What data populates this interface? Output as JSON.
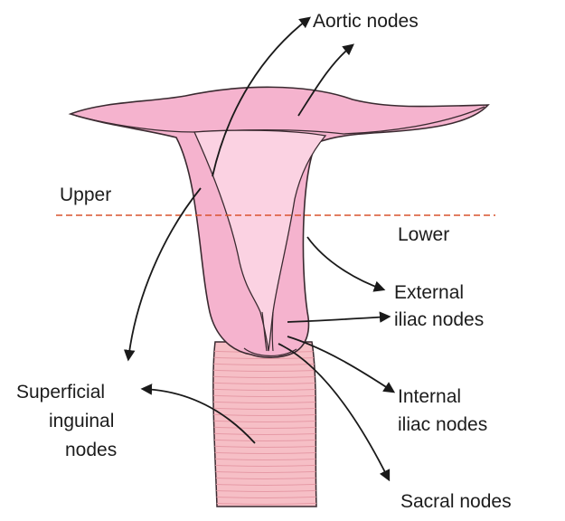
{
  "labels": {
    "aortic": "Aortic nodes",
    "upper": "Upper",
    "lower": "Lower",
    "external_line1": "External",
    "external_line2": "iliac nodes",
    "superficial_line1": "Superficial",
    "superficial_line2": "inguinal",
    "superficial_line3": "nodes",
    "internal_line1": "Internal",
    "internal_line2": "iliac nodes",
    "sacral": "Sacral nodes"
  },
  "colors": {
    "uterus_fill": "#f5b3ce",
    "uterus_outline": "#3a2a30",
    "cavity_fill": "#fbd2e2",
    "vagina_fill": "#f6bfc6",
    "vagina_stripe": "#e69aa6",
    "divider": "#d9532f",
    "arrow": "#1a1a1a"
  }
}
